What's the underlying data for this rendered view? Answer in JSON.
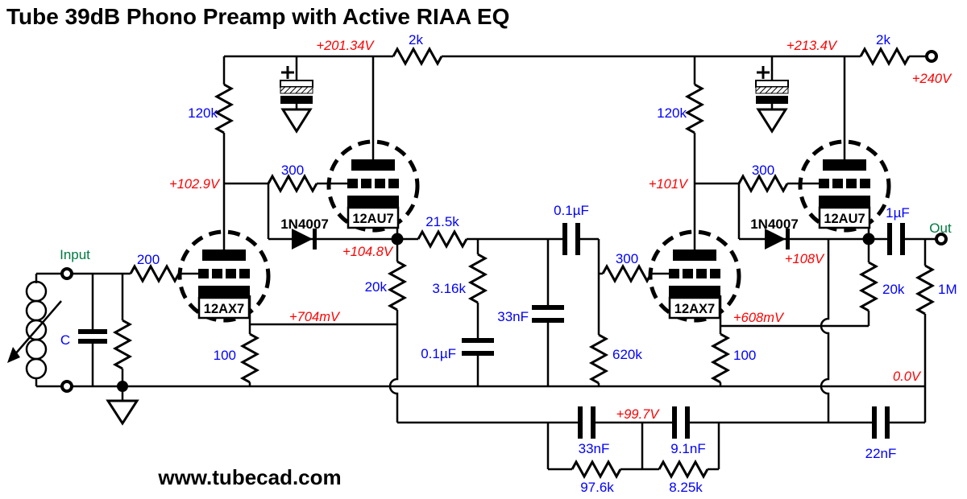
{
  "title": "Tube 39dB Phono Preamp with Active RIAA EQ",
  "footer": {
    "website": "www.tubecad.com"
  },
  "colors": {
    "component_value_blue": "#0000FF",
    "voltage_red": "#FF0000",
    "terminal_green": "#007A42",
    "ink": "#000000",
    "background": "#FFFFFF"
  },
  "terminals": {
    "input": "Input",
    "output": "Out"
  },
  "cartridge": {
    "load_cap": "C"
  },
  "tubes": [
    {
      "name": "12AX7"
    },
    {
      "name": "12AU7"
    },
    {
      "name": "12AX7"
    },
    {
      "name": "12AU7"
    }
  ],
  "diodes": [
    {
      "part": "1N4007"
    },
    {
      "part": "1N4007"
    }
  ],
  "resistors": {
    "plate_load_1": "120k",
    "plate_load_2": "120k",
    "rail_dropper_1": "2k",
    "rail_dropper_2": "2k",
    "input_grid_stopper": "200",
    "cf1_grid_stopper": "300",
    "stage2_grid_stopper": "300",
    "cf2_grid_stopper": "300",
    "cathode_1": "100",
    "cathode_2": "100",
    "feedback_1": "20k",
    "feedback_2": "20k",
    "riaa_series": "21.5k",
    "riaa_shunt": "3.16k",
    "stage2_grid_leak": "620k",
    "output_load": "1M",
    "riaa_fb_low": "97.6k",
    "riaa_fb_high": "8.25k"
  },
  "capacitors": {
    "riaa_shunt_small": "0.1µF",
    "riaa_shunt_33n": "33nF",
    "coupling_interstage": "0.1µF",
    "coupling_output": "1µF",
    "fb_33n": "33nF",
    "fb_9n1": "9.1nF",
    "fb_22n": "22nF"
  },
  "voltages": {
    "b_plus_node_1": "+201.34V",
    "b_plus_node_2": "+213.4V",
    "supply": "+240V",
    "stage1_plate": "+102.9V",
    "cf1_cathode": "+104.8V",
    "stage1_cathode": "+704mV",
    "stage2_plate": "+101V",
    "cf2_cathode": "+108V",
    "stage2_cathode": "+608mV",
    "ground": "0.0V",
    "fb_node": "+99.7V"
  }
}
